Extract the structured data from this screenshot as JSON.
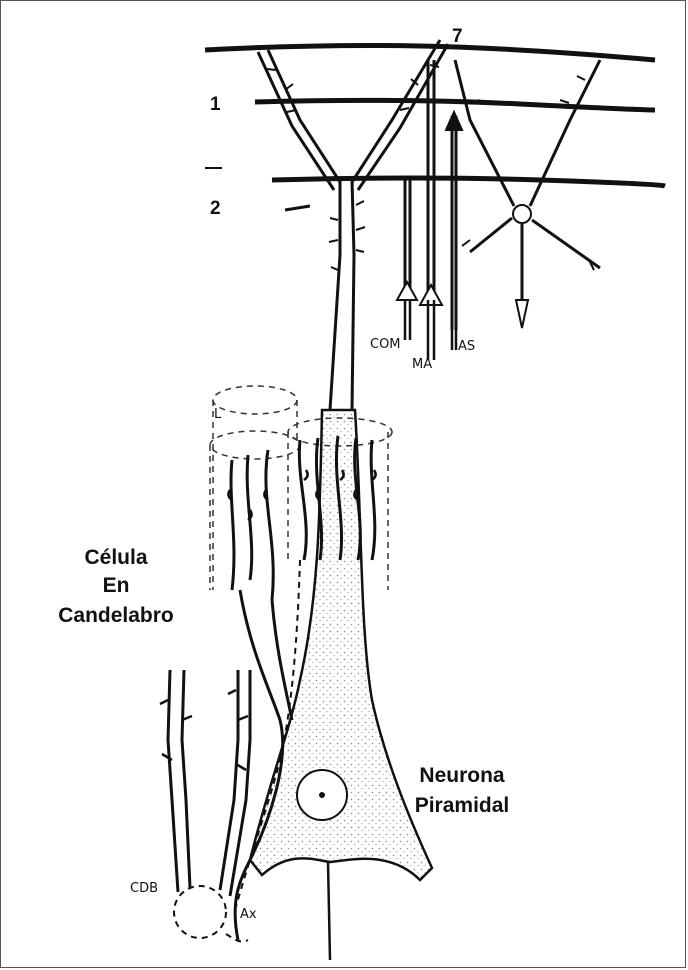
{
  "labels": {
    "layer_1": "1",
    "layer_2": "2",
    "marker_top": "7",
    "com": "COM",
    "ma": "MA",
    "as": "AS",
    "chandelier_line1": "Célula",
    "chandelier_line2": "En",
    "chandelier_line3": "Candelabro",
    "pyramidal_line1": "Neurona",
    "pyramidal_line2": "Piramidal",
    "cdb": "CDB",
    "ax": "Ax",
    "l": "L"
  },
  "colors": {
    "ink": "#111111",
    "stipple": "#9a9a9a",
    "frame": "#555555"
  }
}
